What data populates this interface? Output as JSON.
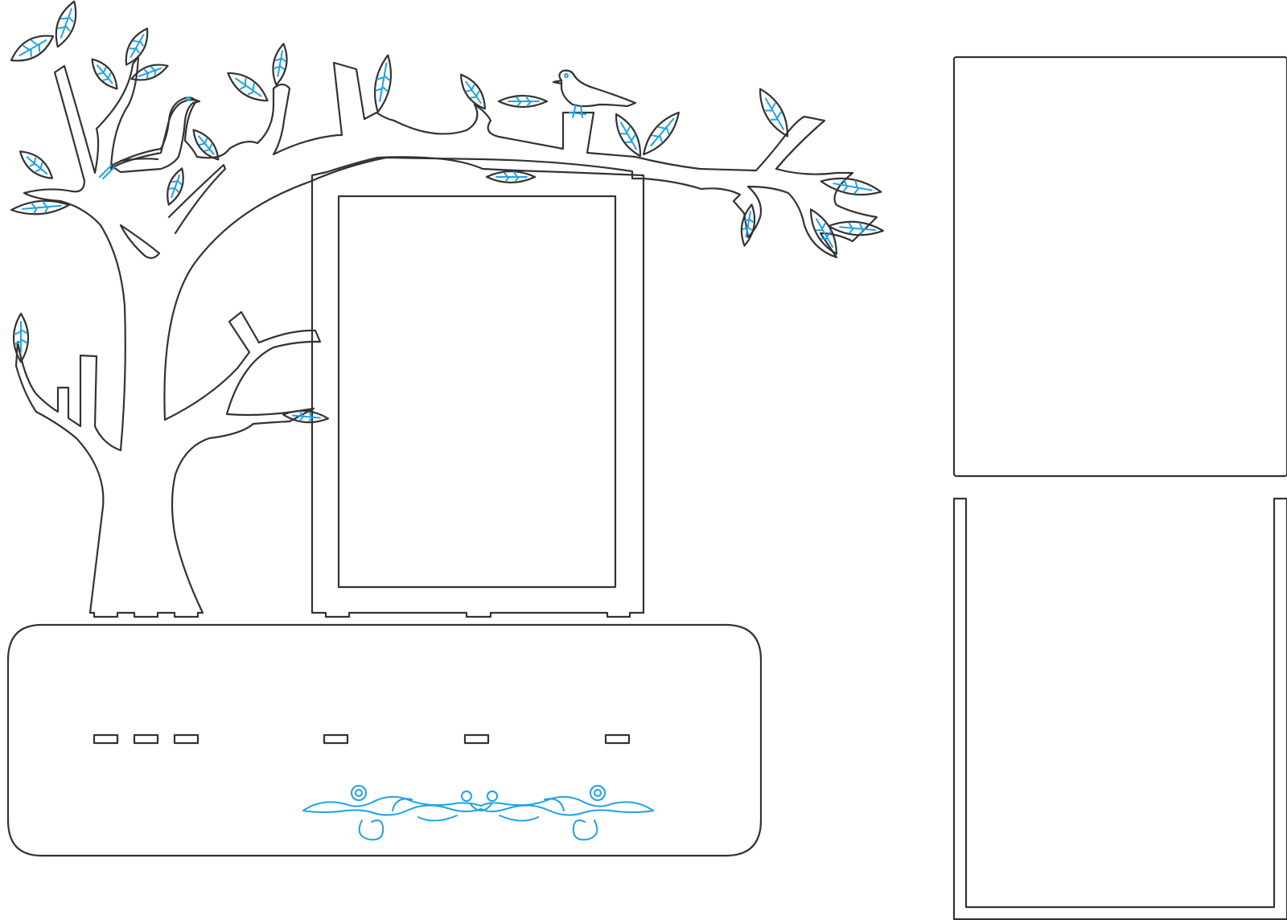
{
  "drawing": {
    "colors": {
      "cut_line": "#333333",
      "engrave_line": "#1ca3e6",
      "background": "#ffffff"
    },
    "parts": [
      "tree-panel",
      "photo-frame-panel",
      "base-panel",
      "back-panel",
      "u-shaped-side-panel"
    ],
    "decorations": [
      "bird",
      "bird",
      "leaf-veins",
      "scroll-ornament"
    ]
  }
}
